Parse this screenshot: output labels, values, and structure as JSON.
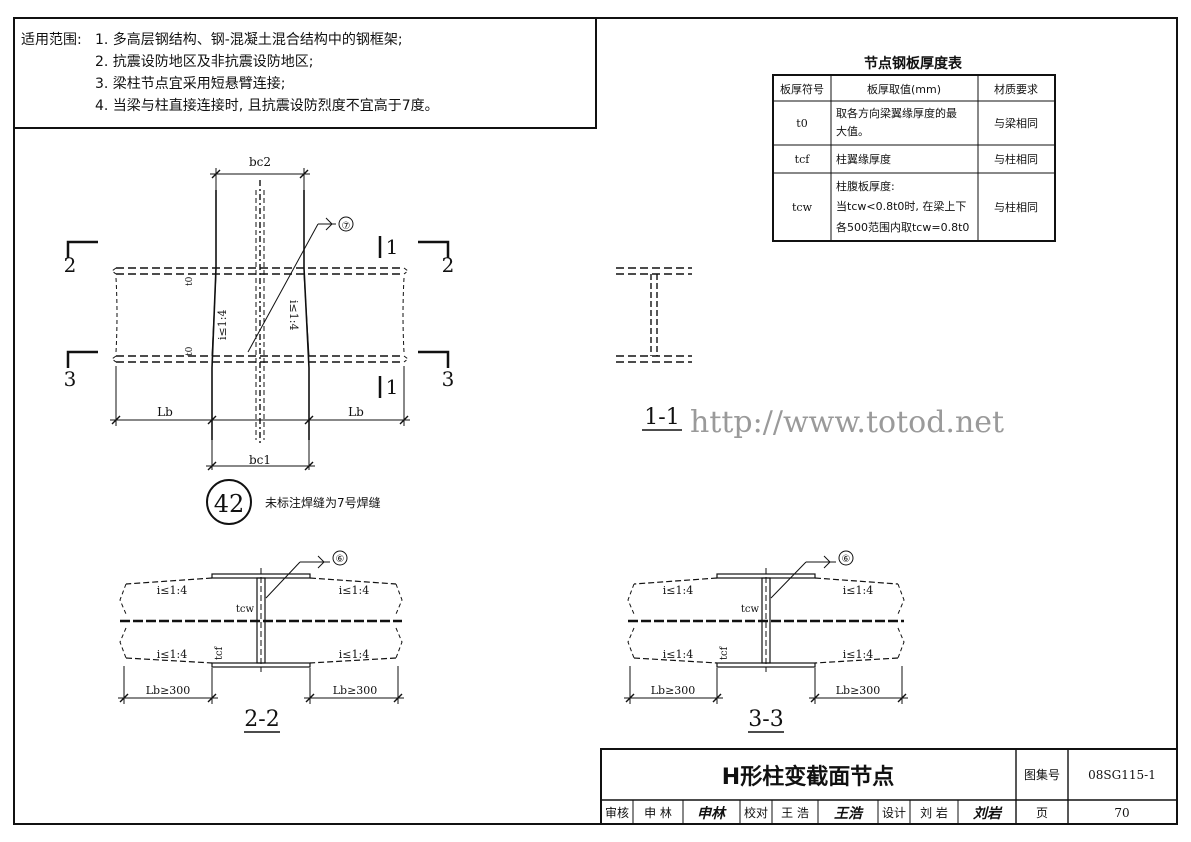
{
  "scope": {
    "label": "适用范围:",
    "items": [
      "1. 多高层钢结构、钢-混凝土混合结构中的钢框架;",
      "2. 抗震设防地区及非抗震设防地区;",
      "3. 梁柱节点宜采用短悬臂连接;",
      "4. 当梁与柱直接连接时, 且抗震设防烈度不宜高于7度。"
    ]
  },
  "thickness_table": {
    "title": "节点钢板厚度表",
    "headers": [
      "板厚符号",
      "板厚取值(mm)",
      "材质要求"
    ],
    "rows": [
      {
        "symbol": "t0",
        "value": [
          "取各方向梁翼缘厚度的最",
          "大值。"
        ],
        "material": "与梁相同"
      },
      {
        "symbol": "tcf",
        "value": [
          "柱翼缘厚度"
        ],
        "material": "与柱相同"
      },
      {
        "symbol": "tcw",
        "value": [
          "柱腹板厚度:",
          "当tcw<0.8t0时, 在梁上下",
          "各500范围内取tcw=0.8t0"
        ],
        "material": "与柱相同"
      }
    ]
  },
  "elevation": {
    "top_width": "bc2",
    "bottom_width": "bc1",
    "left_length": "Lb",
    "right_length": "Lb",
    "slope_left": "i≤1:4",
    "slope_right": "i≤1:4",
    "flange_top": "t0",
    "flange_bottom": "t0",
    "weld_mark": "⑦",
    "cut_2": "2",
    "cut_3": "3",
    "cut_1": "1"
  },
  "detail_number": "42",
  "weld_note": "未标注焊缝为7号焊缝",
  "section_1_1": {
    "label": "1-1"
  },
  "watermark": "http://www.totod.net",
  "section_2_2": {
    "label": "2-2",
    "weld_mark": "⑥",
    "slope": "i≤1:4",
    "web": "tcw",
    "flange": "tcf",
    "length": "Lb≥300"
  },
  "section_3_3": {
    "label": "3-3",
    "weld_mark": "⑥",
    "slope": "i≤1:4",
    "web": "tcw",
    "flange": "tcf",
    "length": "Lb≥300"
  },
  "title_block": {
    "title": "H形柱变截面节点",
    "atlas_label": "图集号",
    "atlas_number": "08SG115-1",
    "page_label": "页",
    "page_number": "70",
    "review_label": "审核",
    "reviewer": "申 林",
    "reviewer_sign": "申林",
    "check_label": "校对",
    "checker": "王 浩",
    "checker_sign": "王浩",
    "design_label": "设计",
    "designer": "刘 岩",
    "designer_sign": "刘岩"
  }
}
